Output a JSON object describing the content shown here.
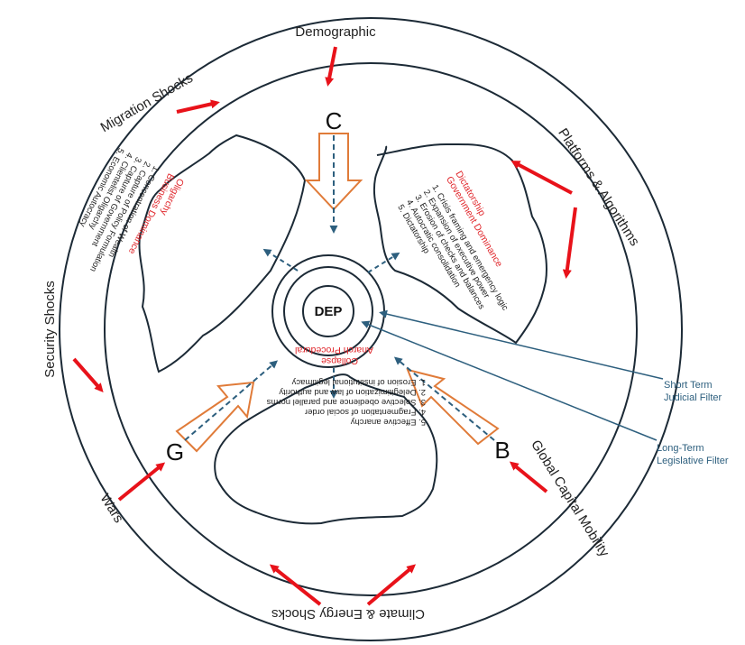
{
  "outer_labels": {
    "top": "Demographic",
    "top_left": "Migration Shocks",
    "left": "Security Shocks",
    "bottom_left": "Wars",
    "bottom": "Climate & Energy Shocks",
    "right": "Global Capital Mobility",
    "top_right": "Platforms & Algorithms"
  },
  "letters": {
    "c": "C",
    "g": "G",
    "b": "B"
  },
  "center": {
    "label": "DEP"
  },
  "filters": {
    "short_term": {
      "line1": "Short Term",
      "line2": "Judicial Filter"
    },
    "long_term": {
      "line1": "Long-Term",
      "line2": "Legislative Filter"
    }
  },
  "regions": {
    "oligarchy": {
      "title1": "Oligarchy",
      "title2": "Business Dominance",
      "items": [
        "1. Concentration of Wealth",
        "2. Capture of Policy Formulation",
        "3. Capture of Government",
        "4. Clientelist Oligarchy",
        "5. Economic Autocracy"
      ]
    },
    "dictatorship": {
      "title1": "Dictatorship",
      "title2": "Government Dominance",
      "items": [
        "1. Crisis framing and emergency logic",
        "2. Expansion of executive power",
        "3. Erosion of checks and balances",
        "4. Autocratic consolidation",
        "5. Dictatorship"
      ]
    },
    "anarchy": {
      "title1": "Anarch Procedural",
      "title2": "Collapse",
      "items": [
        "1. Erosion of institutional legitimacy",
        "2. Delegitimization of law and authority",
        "3. Selective obedience and parallel norms",
        "4. Fragmentation of social order",
        "5. Effective anarchy"
      ]
    }
  },
  "colors": {
    "shock_arrow": "#e8121a",
    "hollow_arrow": "#e07b39",
    "filter": "#2d5f7e",
    "red_text": "#e0252a",
    "outline": "#1c2a36"
  }
}
